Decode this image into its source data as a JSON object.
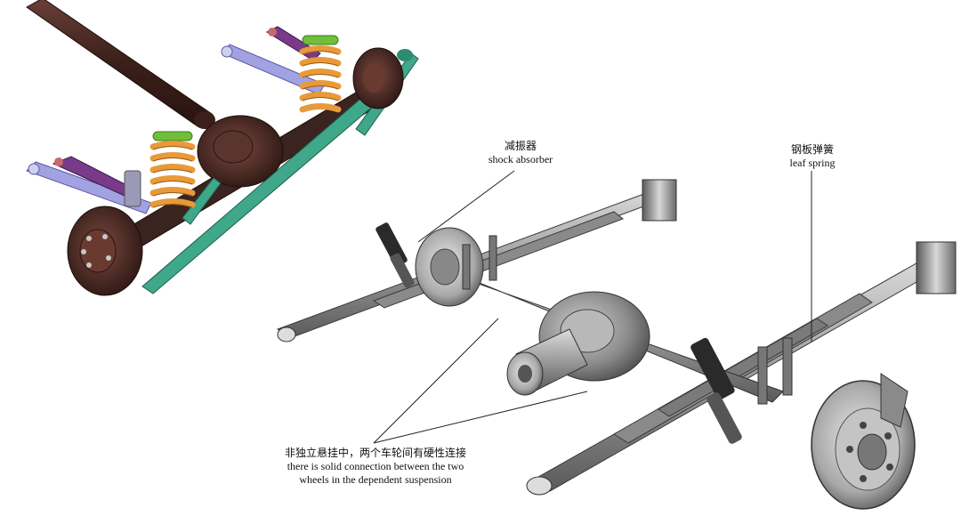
{
  "labels": {
    "shock_absorber": {
      "zh": "减振器",
      "en": "shock absorber"
    },
    "leaf_spring": {
      "zh": "钢板弹簧",
      "en": "leaf spring"
    },
    "solid_connection": {
      "zh": "非独立悬挂中，两个车轮间有硬性连接",
      "en_line1": "there is solid connection between the two",
      "en_line2": "wheels in the dependent suspension"
    }
  },
  "colors": {
    "coil_spring": "#e89a3a",
    "spring_cap": "#6fbf3a",
    "link_arm": "#9a9ad8",
    "stabilizer_bar": "#3fa78a",
    "drive_shaft": "#4a2a22",
    "brake_drum": "#5a3530",
    "steel": "#9a9a9a",
    "steel_dark": "#555555"
  }
}
